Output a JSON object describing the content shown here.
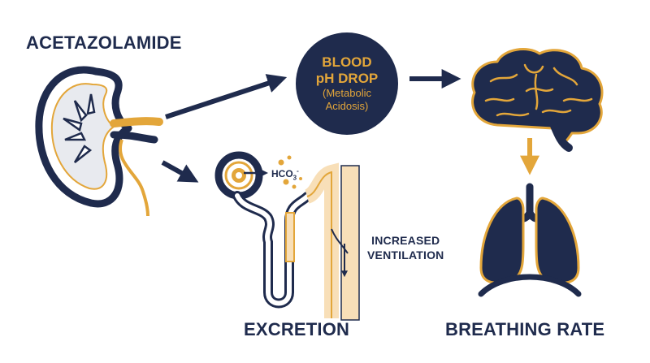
{
  "title": "ACETAZOLAMIDE",
  "blood": {
    "line1": "BLOOD",
    "line2": "pH DROP",
    "line3": "(Metabolic",
    "line4": "Acidosis)"
  },
  "bicarbonate": {
    "base": "HCO",
    "sub": "3",
    "sup": "-"
  },
  "labels": {
    "excretion": "EXCRETION",
    "breathing_rate": "BREATHING RATE",
    "ventilation_line1": "INCREASED",
    "ventilation_line2": "VENTILATION"
  },
  "colors": {
    "navy": "#1f2b4d",
    "gold": "#e3a63a",
    "peach": "#f8dfb8",
    "kidney_fill": "#e8eaef"
  },
  "icons": [
    "kidney-icon",
    "nephron-icon",
    "brain-icon",
    "lungs-icon"
  ]
}
